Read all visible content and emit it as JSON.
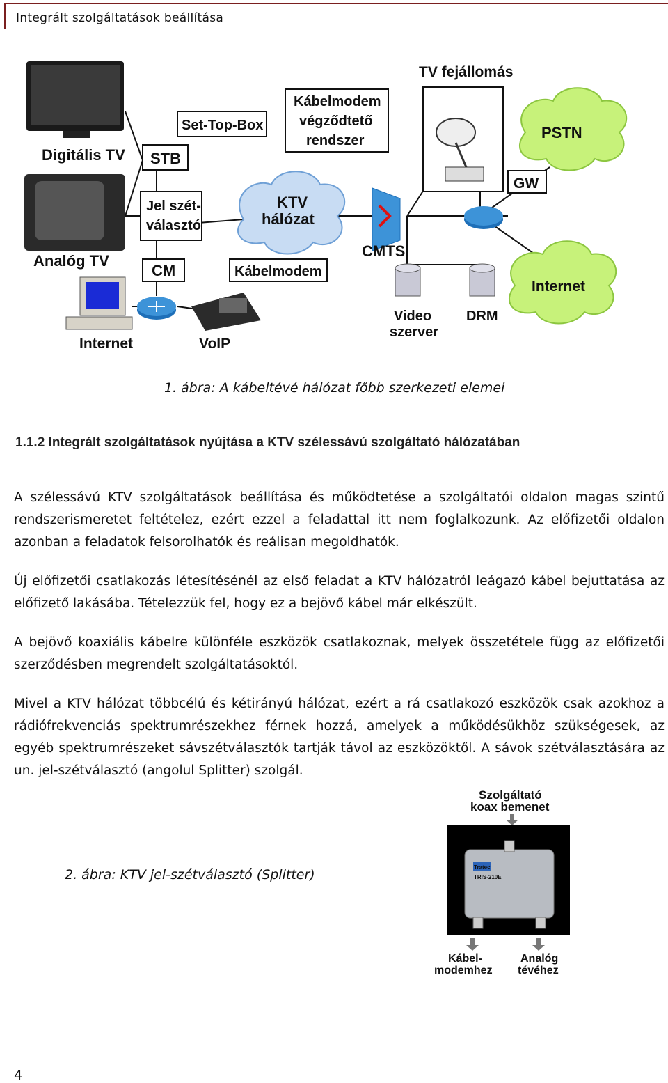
{
  "header": {
    "title": "Integrált szolgáltatások beállítása"
  },
  "figure1": {
    "labels": {
      "digital_tv": "Digitális TV",
      "analog_tv": "Analóg TV",
      "stb": "STB",
      "set_top_box": "Set-Top-Box",
      "jel_szet_1": "Jel szét-",
      "jel_szet_2": "választó",
      "cm": "CM",
      "kabelmodem": "Kábelmodem",
      "internet_pc": "Internet",
      "voip": "VoIP",
      "ktv_1": "KTV",
      "ktv_2": "hálózat",
      "kv_1": "Kábelmodem",
      "kv_2": "végződtető",
      "kv_3": "rendszer",
      "cmts": "CMTS",
      "tv_head": "TV fejállomás",
      "pstn": "PSTN",
      "gw": "GW",
      "internet_cloud": "Internet",
      "video_1": "Video",
      "video_2": "szerver",
      "drm": "DRM"
    },
    "caption": "1. ábra: A kábeltévé hálózat főbb szerkezeti elemei"
  },
  "section": {
    "title": "1.1.2 Integrált szolgáltatások nyújtása a KTV szélessávú szolgáltató hálózatában"
  },
  "paragraphs": {
    "p1": "A szélessávú KTV szolgáltatások beállítása és működtetése a szolgáltatói oldalon magas szintű rendszerismeretet feltételez, ezért ezzel a feladattal itt nem foglalkozunk. Az előfizetői oldalon azonban a feladatok felsorolhatók és reálisan megoldhatók.",
    "p2": "Új előfizetői csatlakozás létesítésénél az első feladat a KTV hálózatról leágazó kábel bejuttatása az előfizető lakásába. Tételezzük fel, hogy ez a bejövő kábel már elkészült.",
    "p3": "A bejövő koaxiális kábelre különféle eszközök csatlakoznak, melyek összetétele függ az előfizetői szerződésben megrendelt szolgáltatásoktól.",
    "p4": "Mivel a KTV hálózat többcélú és kétirányú hálózat, ezért a rá csatlakozó eszközök csak azokhoz a rádiófrekvenciás spektrumrészekhez férnek hozzá, amelyek a működésükhöz szükségesek, az egyéb spektrumrészeket sávszétválasztók tartják távol az eszközöktől. A sávok szétválasztására az un. jel-szétválasztó (angolul Splitter) szolgál."
  },
  "figure2": {
    "caption": "2. ábra: KTV  jel-szétválasztó (Splitter)",
    "labels": {
      "top_1": "Szolgáltató",
      "top_2": "koax bemenet",
      "bl_1": "Kábel-",
      "bl_2": "modemhez",
      "br_1": "Analóg",
      "br_2": "tévéhez",
      "brand": "Tratec",
      "model": "TRIS-210E"
    }
  },
  "page_number": "4"
}
